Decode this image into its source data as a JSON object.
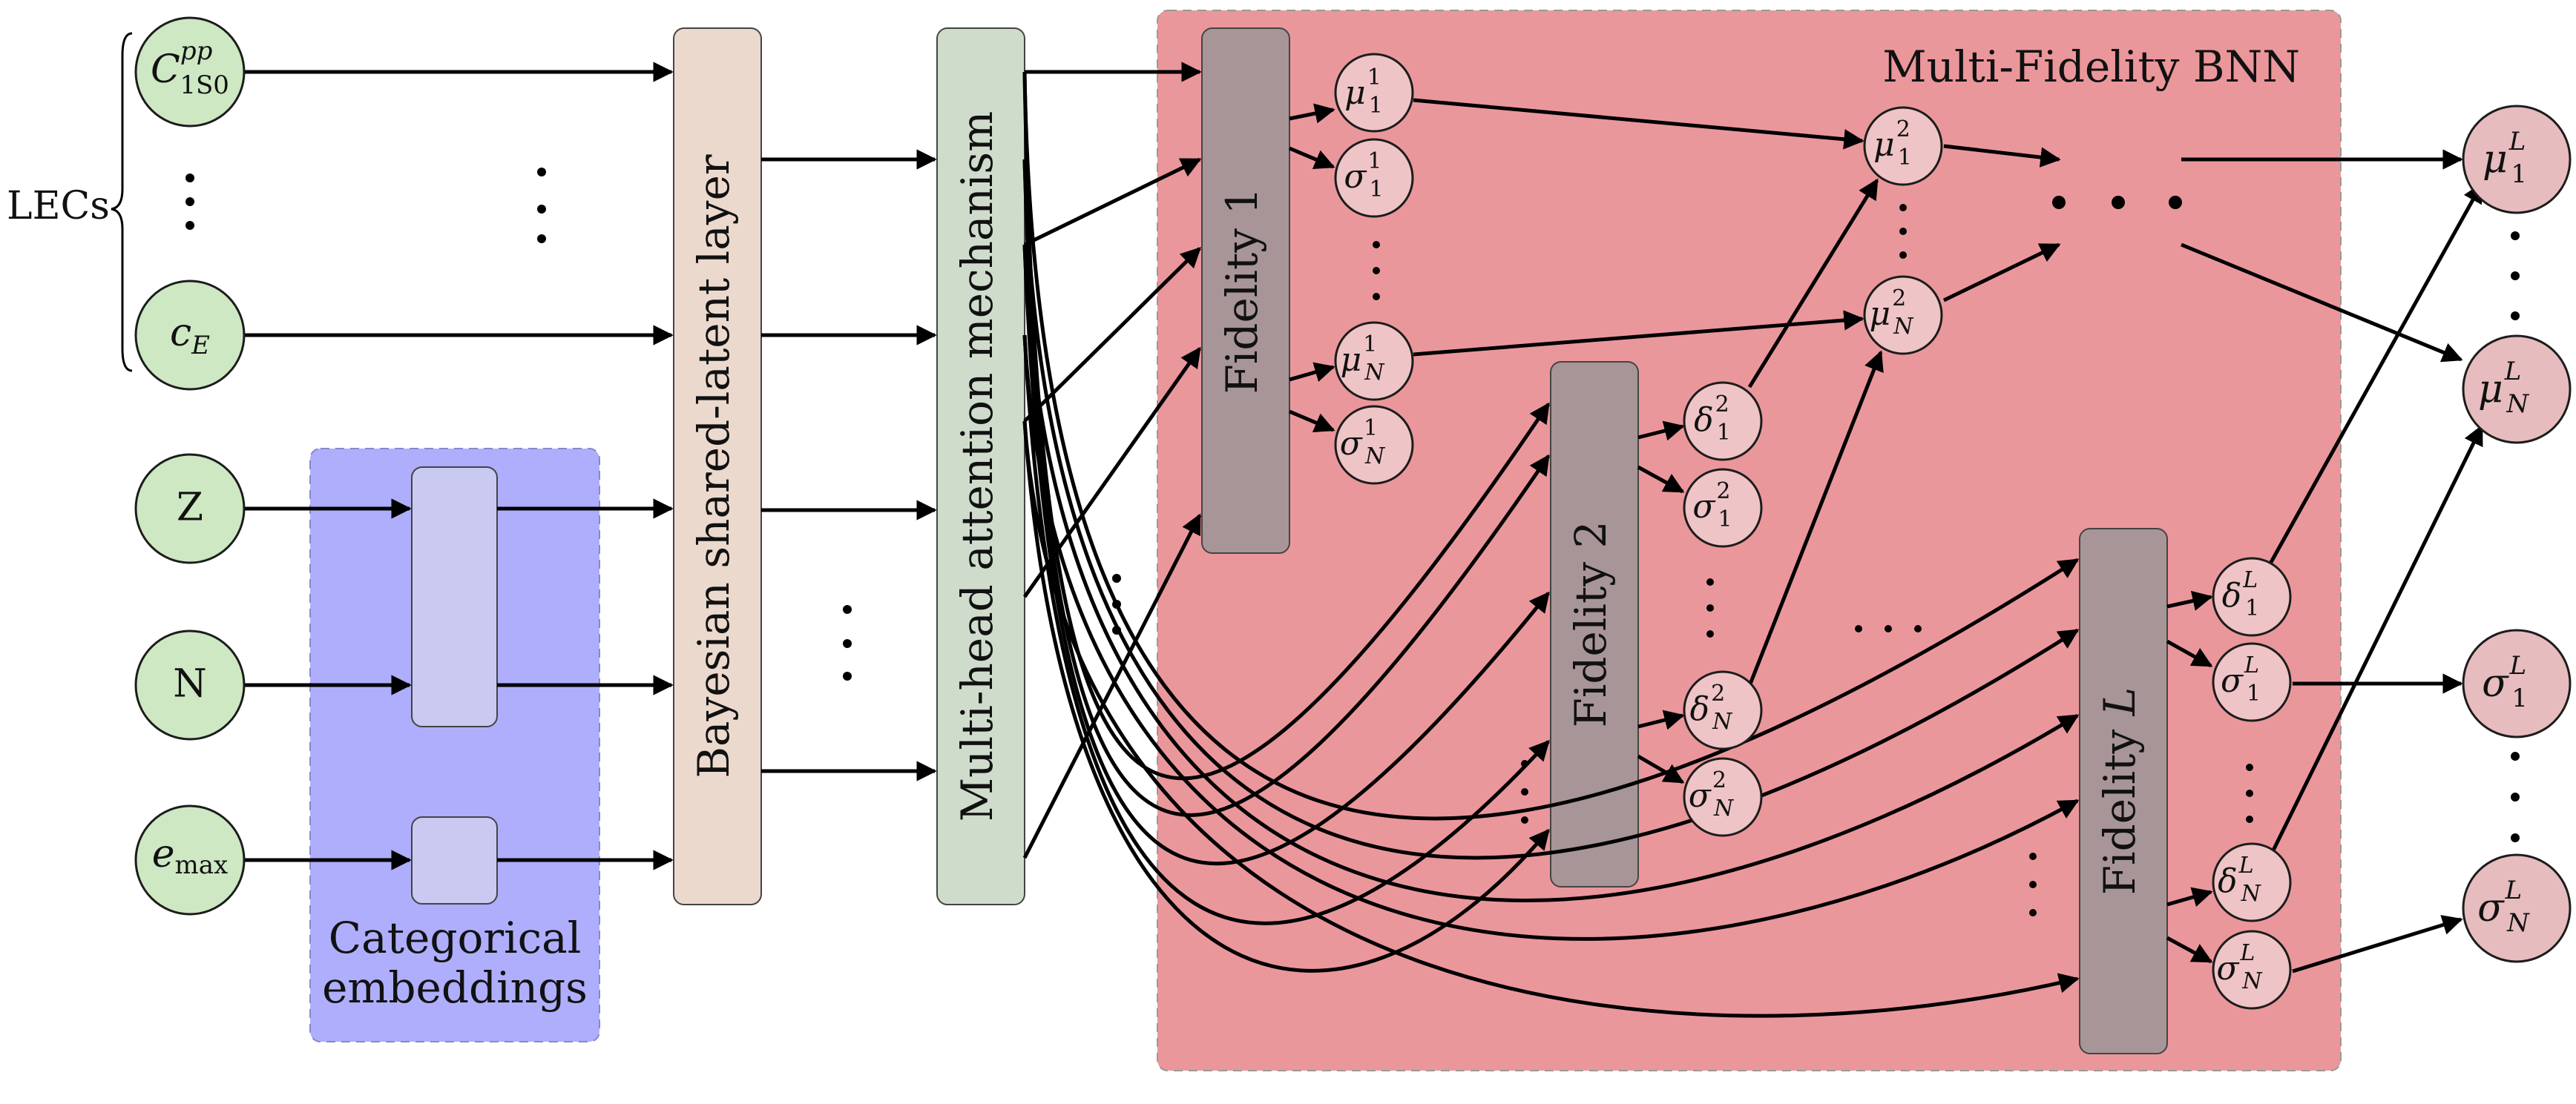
{
  "group_label": "LECs",
  "inputs": {
    "c1s0": {
      "main": "C",
      "sup": "pp",
      "sub": "1S0"
    },
    "ce": {
      "main": "c",
      "sub": "E"
    },
    "z": {
      "main": "Z"
    },
    "n": {
      "main": "N"
    },
    "emax": {
      "main": "e",
      "sub": "max"
    }
  },
  "categorical": {
    "line1": "Categorical",
    "line2": "embeddings"
  },
  "shared_latent": "Bayesian shared-latent layer",
  "attention": "Multi-head attention mechanism",
  "bnn_title": "Multi-Fidelity BNN",
  "fidelity1": "Fidelity 1",
  "fidelity2": "Fidelity 2",
  "fidelityL": {
    "text": "Fidelity ",
    "var": "L"
  },
  "symbols": {
    "mu": "μ",
    "sigma": "σ",
    "delta": "δ"
  },
  "indices": {
    "one": "1",
    "two": "2",
    "N": "N",
    "L": "L"
  },
  "colors": {
    "input_fill": "#cde8c3",
    "categorical_bg": "#aeaefc",
    "categorical_box": "#c9c9f1",
    "shared_latent_fill": "#ecd9cd",
    "attention_fill": "#cfdccc",
    "bnn_bg": "#ea979b",
    "fidelity_fill": "#a79597",
    "output_fill": "#e7bcbf"
  }
}
